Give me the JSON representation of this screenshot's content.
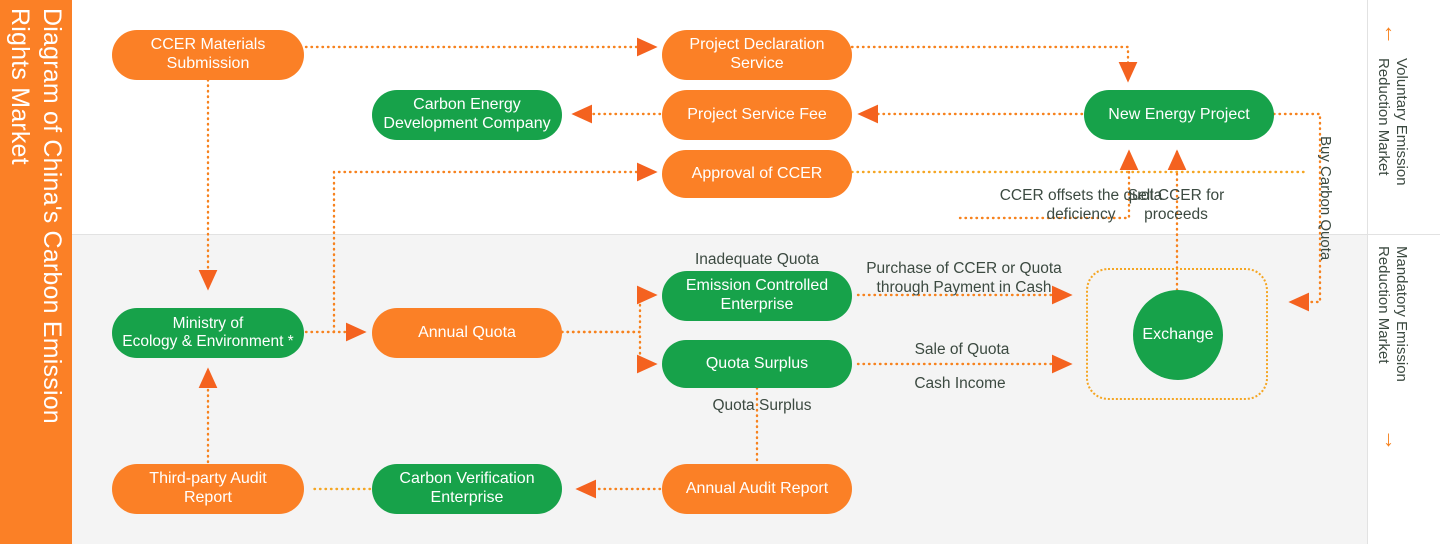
{
  "meta": {
    "title": "Diagram of China's Carbon Emission\nRights Market",
    "colors": {
      "orange": "#fb8026",
      "green": "#17a24a",
      "dotted_orange": "#f7821e",
      "dotted_amber": "#f5a623",
      "band_gray": "#f4f4f4",
      "text_dark": "#3c4a41"
    }
  },
  "sidebar": {
    "title": "Diagram of China's Carbon Emission\nRights Market"
  },
  "right_rail": {
    "voluntary": {
      "label": "Voluntary Emission\nReduction Market",
      "arrow": "↑"
    },
    "mandatory": {
      "label": "Mandatory Emission\nReduction Market",
      "arrow": "↓"
    }
  },
  "nodes": [
    {
      "id": "ccer-materials-submission",
      "label": "CCER Materials\nSubmission",
      "color": "orange"
    },
    {
      "id": "project-declaration-service",
      "label": "Project Declaration\nService",
      "color": "orange"
    },
    {
      "id": "carbon-energy-development-company",
      "label": "Carbon Energy\nDevelopment Company",
      "color": "green"
    },
    {
      "id": "project-service-fee",
      "label": "Project Service Fee",
      "color": "orange"
    },
    {
      "id": "approval-of-ccer",
      "label": "Approval of CCER",
      "color": "orange"
    },
    {
      "id": "new-energy-project",
      "label": "New Energy Project",
      "color": "green"
    },
    {
      "id": "ministry-of-ecology-environment",
      "label": "Ministry of\nEcology & Environment *",
      "color": "green"
    },
    {
      "id": "annual-quota",
      "label": "Annual Quota",
      "color": "orange"
    },
    {
      "id": "emission-controlled-enterprise",
      "label": "Emission Controlled\nEnterprise",
      "color": "green"
    },
    {
      "id": "quota-surplus",
      "label": "Quota Surplus",
      "color": "green"
    },
    {
      "id": "exchange",
      "label": "Exchange",
      "color": "green"
    },
    {
      "id": "third-party-audit-report",
      "label": "Third-party Audit\nReport",
      "color": "orange"
    },
    {
      "id": "carbon-verification-enterprise",
      "label": "Carbon Verification\nEnterprise",
      "color": "green"
    },
    {
      "id": "annual-audit-report",
      "label": "Annual Audit Report",
      "color": "orange"
    }
  ],
  "edge_labels": [
    {
      "id": "ccer-offsets-quota-deficiency",
      "label": "CCER offsets the quota\ndeficiency"
    },
    {
      "id": "sell-ccer-for-proceeds",
      "label": "Sell CCER for\nproceeds"
    },
    {
      "id": "buy-carbon-quota",
      "label": "Buy Carbon Quota"
    },
    {
      "id": "inadequate-quota",
      "label": "Inadequate Quota"
    },
    {
      "id": "quota-surplus-label",
      "label": "Quota Surplus"
    },
    {
      "id": "purchase-of-ccer-or-quota",
      "label": "Purchase of CCER or Quota\nthrough Payment in Cash"
    },
    {
      "id": "sale-of-quota",
      "label": "Sale of Quota"
    },
    {
      "id": "cash-income",
      "label": "Cash Income"
    }
  ]
}
